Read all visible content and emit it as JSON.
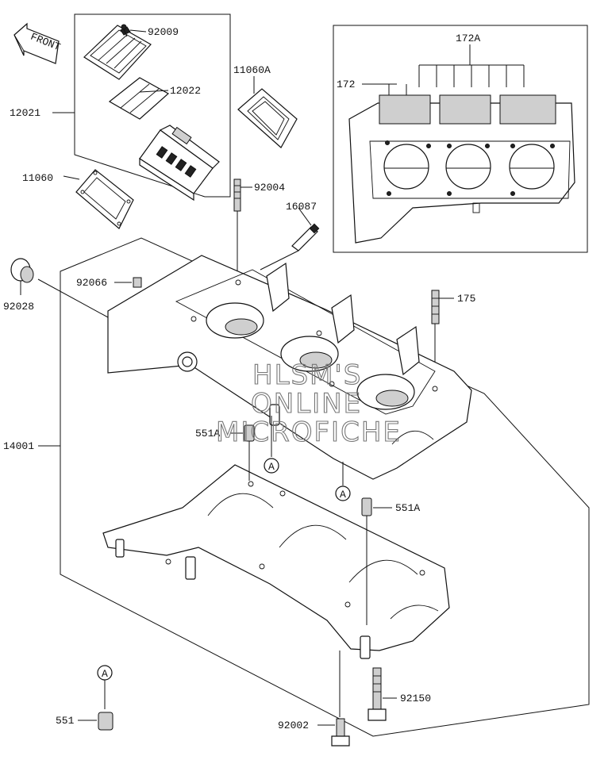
{
  "diagram": {
    "front_badge": "FRONT",
    "callout_marker": "A",
    "watermark_lines": [
      "HLSM'S",
      "ONLINE",
      "MICROFICHE"
    ],
    "part_labels": {
      "p92009": "92009",
      "p12022": "12022",
      "p12021": "12021",
      "p11060A": "11060A",
      "p11060": "11060",
      "p92004": "92004",
      "p16087": "16087",
      "p92066": "92066",
      "p92028": "92028",
      "p172A": "172A",
      "p172": "172",
      "p175": "175",
      "p14001": "14001",
      "p551A_upper": "551A",
      "p551A_right": "551A",
      "p92150": "92150",
      "p551": "551",
      "p92002": "92002"
    }
  }
}
